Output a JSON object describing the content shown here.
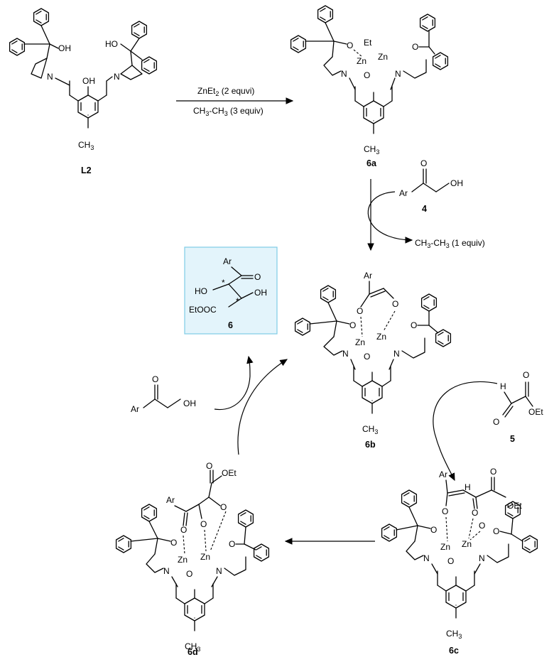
{
  "compounds": {
    "L2": "L2",
    "c6a": "6a",
    "c6b": "6b",
    "c6c": "6c",
    "c6d": "6d",
    "c4": "4",
    "c5": "5",
    "c6": "6"
  },
  "reagents": {
    "step1_top": "ZnEt",
    "step1_top_sub": "2",
    "step1_top_tail": " (2 equvi)",
    "step1_bottom": "CH",
    "step1_bottom_sub": "3",
    "step1_bottom_mid": "-CH",
    "step1_bottom_sub2": "3",
    "step1_bottom_tail": " (3 equiv)",
    "byproduct": "CH",
    "byproduct_sub": "3",
    "byproduct_mid": "-CH",
    "byproduct_sub2": "3",
    "byproduct_tail": " (1 equiv)"
  },
  "atoms": {
    "OH": "OH",
    "HO": "HO",
    "N": "N",
    "O": "O",
    "Zn": "Zn",
    "Et": "Et",
    "Ar": "Ar",
    "H": "H",
    "OEt": "OEt",
    "CH3": "CH",
    "sub3": "3",
    "EtOOC": "EtOOC",
    "star": "*"
  },
  "colors": {
    "highlight_fill": "#e3f4fb",
    "highlight_border": "#7fcbe6"
  }
}
